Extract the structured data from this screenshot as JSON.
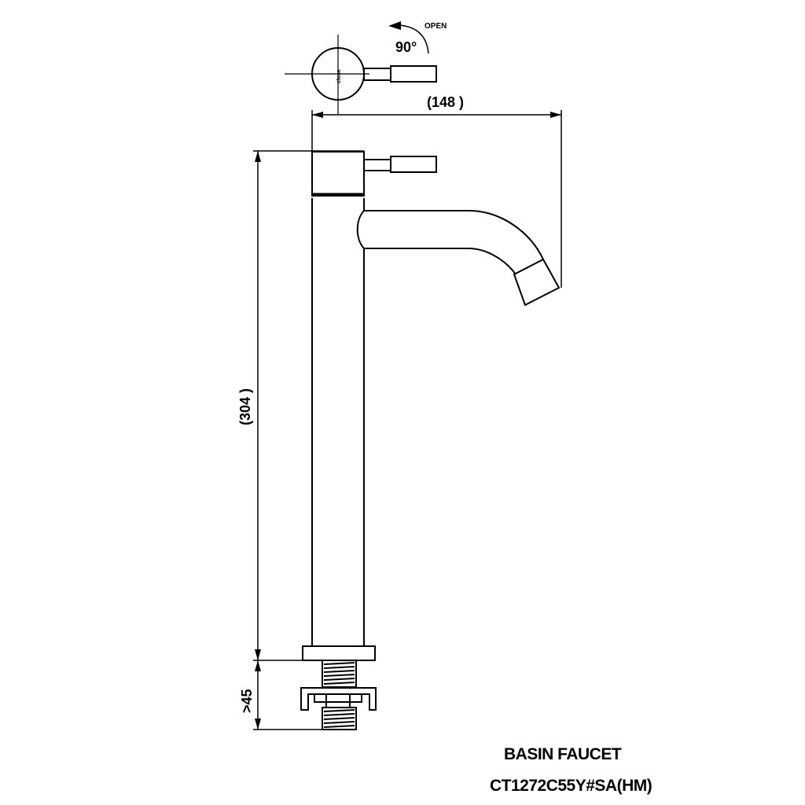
{
  "top_view": {
    "open_label": "OPEN",
    "angle_label": "90°",
    "close_label": "close"
  },
  "dimensions": {
    "width_label": "(148 )",
    "height_label": "(304 )",
    "depth_label": ">45"
  },
  "title_block": {
    "product_name": "BASIN FAUCET",
    "model_code": "CT1272C55Y#SA(HM)"
  }
}
